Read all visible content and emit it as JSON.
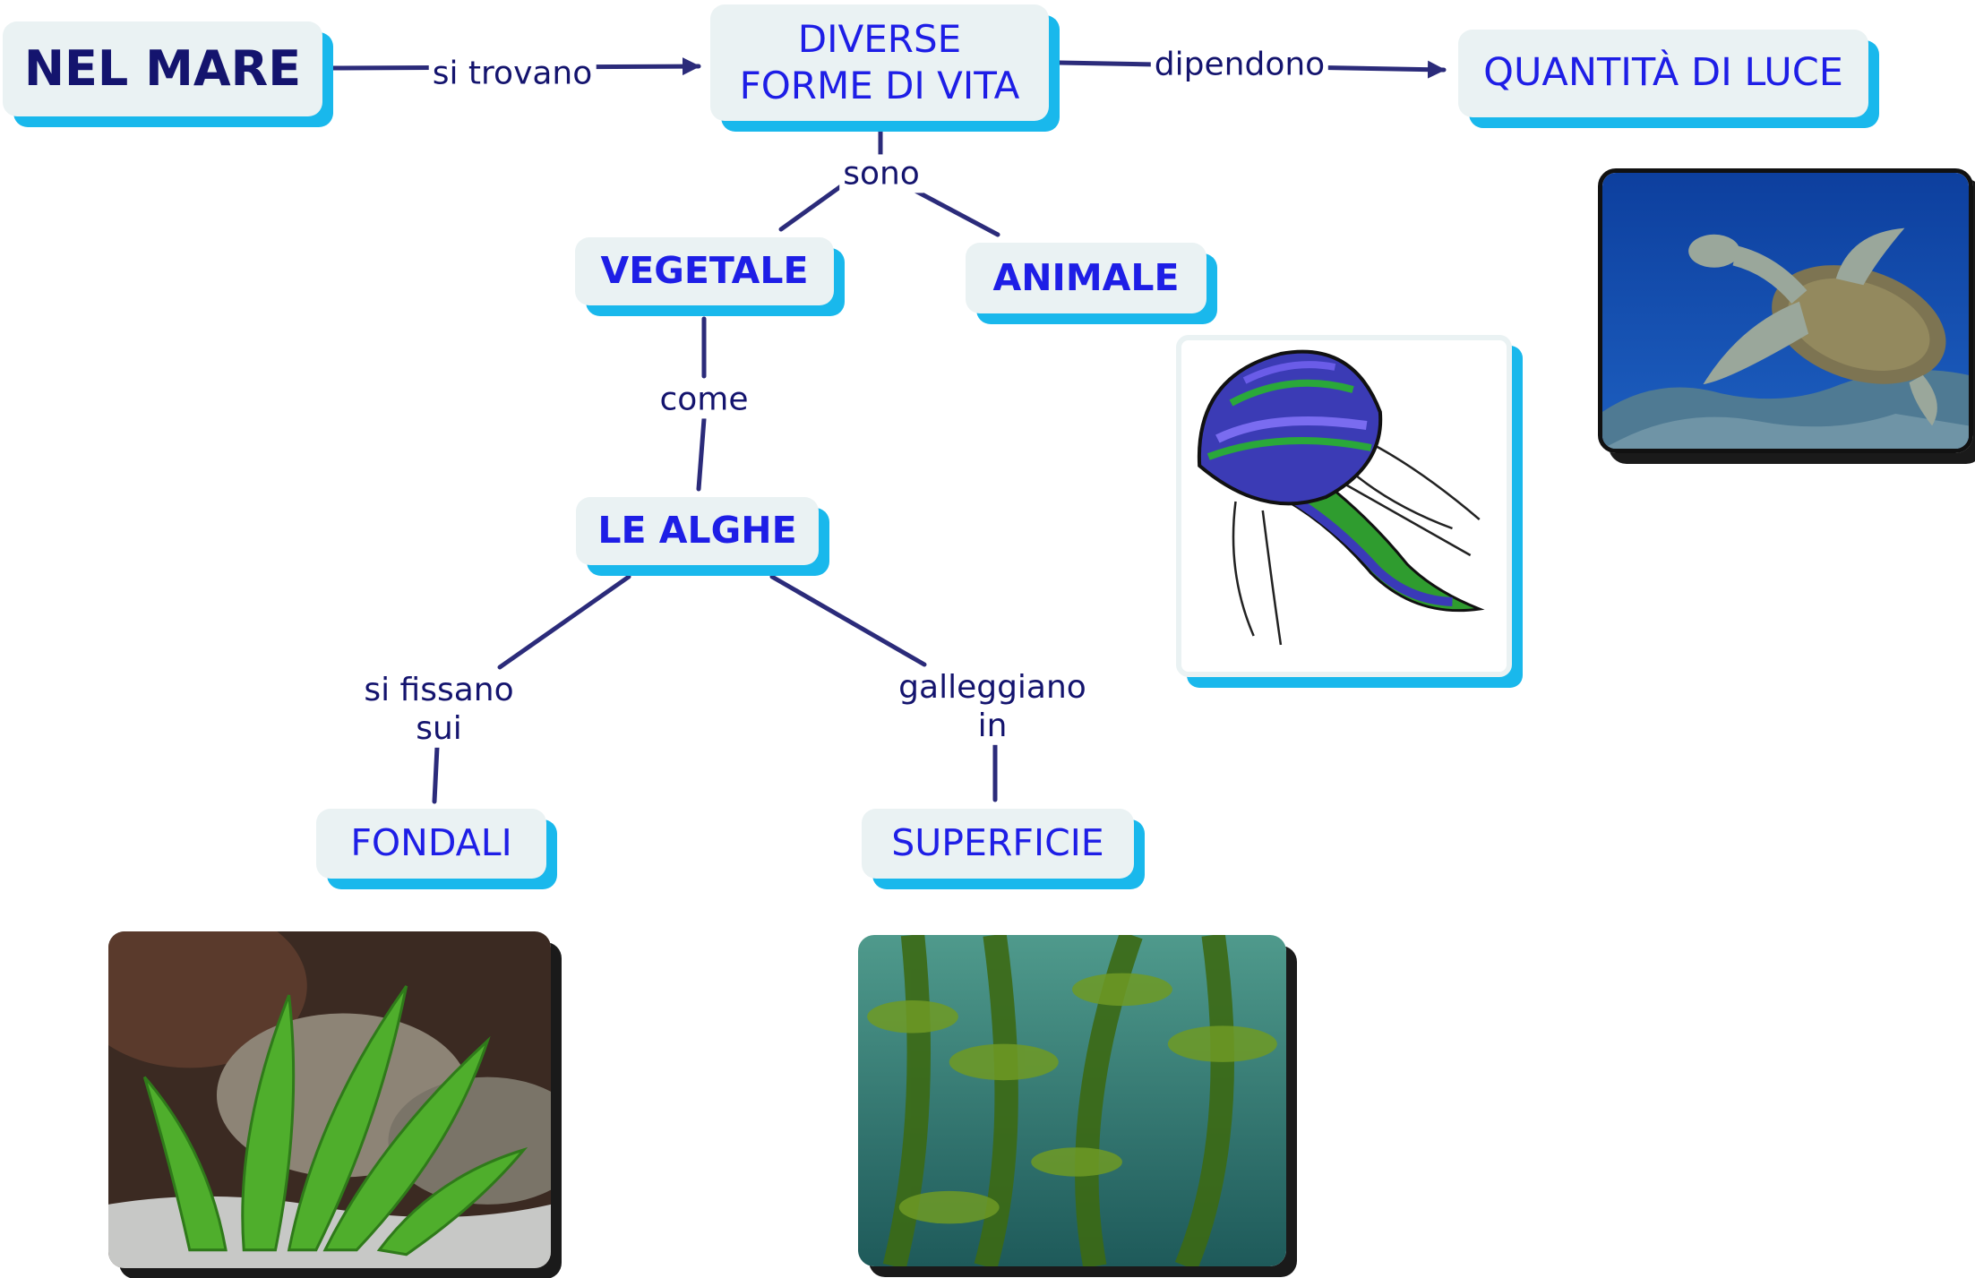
{
  "colors": {
    "node_bg": "#eaf2f3",
    "node_text": "#1e1ee6",
    "node_shadow": "#19b8ec",
    "link": "#2b2b7a",
    "root_text": "#14146e"
  },
  "nodes": {
    "nel_mare": "NEL MARE",
    "diverse_line1": "DIVERSE",
    "diverse_line2": "FORME DI VITA",
    "quantita": "QUANTITÀ DI LUCE",
    "vegetale": "VEGETALE",
    "animale": "ANIMALE",
    "le_alghe": "LE ALGHE",
    "fondali": "FONDALI",
    "superficie": "SUPERFICIE"
  },
  "links": {
    "si_trovano": "si trovano",
    "dipendono": "dipendono",
    "sono": "sono",
    "come": "come",
    "si_fissano_line1": "si fissano",
    "si_fissano_line2": "sui",
    "galleggiano_line1": "galleggiano",
    "galleggiano_line2": "in"
  },
  "images": [
    "turtle-photo",
    "jellyfish-drawing",
    "seaweed-seabed-photo",
    "kelp-forest-photo"
  ]
}
